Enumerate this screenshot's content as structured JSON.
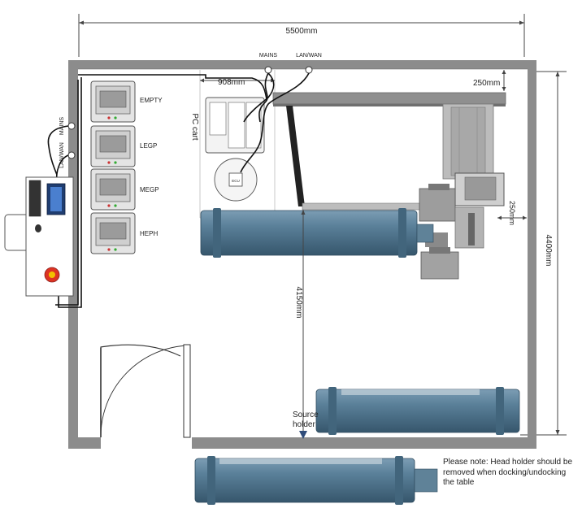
{
  "dimensions": {
    "width": "5500mm",
    "height": "4400mm",
    "cart_offset": "908mm",
    "wall_offset_top": "250mm",
    "wall_offset_right": "250mm",
    "table_length": "4150mm"
  },
  "connections": {
    "mains_top": "MAINS",
    "lan_top": "LAN/WAN",
    "mains_left": "MAINS",
    "lan_left": "LAN/WAN"
  },
  "cabinets": [
    {
      "label": "EMPTY"
    },
    {
      "label": "LEGP"
    },
    {
      "label": "MEGP"
    },
    {
      "label": "HEPH"
    }
  ],
  "pc_cart": {
    "label": "PC cart",
    "device_label": "ECU"
  },
  "source_holder": "Source holder",
  "note": "Please note: Head holder should be removed when docking/undocking the table",
  "colors": {
    "wall": "#8c8c8c",
    "magnet": "#4f7690",
    "magnet_dark": "#3d5f76",
    "cable": "#111111",
    "bed_grey": "#9a9a9a"
  }
}
